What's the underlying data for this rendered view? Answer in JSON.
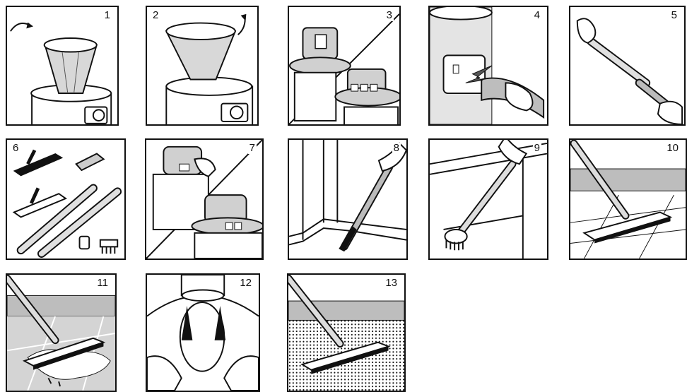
{
  "steps": [
    {
      "number": "1"
    },
    {
      "number": "2"
    },
    {
      "number": "3"
    },
    {
      "number": "4"
    },
    {
      "number": "5"
    },
    {
      "number": "6"
    },
    {
      "number": "7"
    },
    {
      "number": "8"
    },
    {
      "number": "9"
    },
    {
      "number": "10"
    },
    {
      "number": "11"
    },
    {
      "number": "12"
    },
    {
      "number": "13"
    }
  ]
}
